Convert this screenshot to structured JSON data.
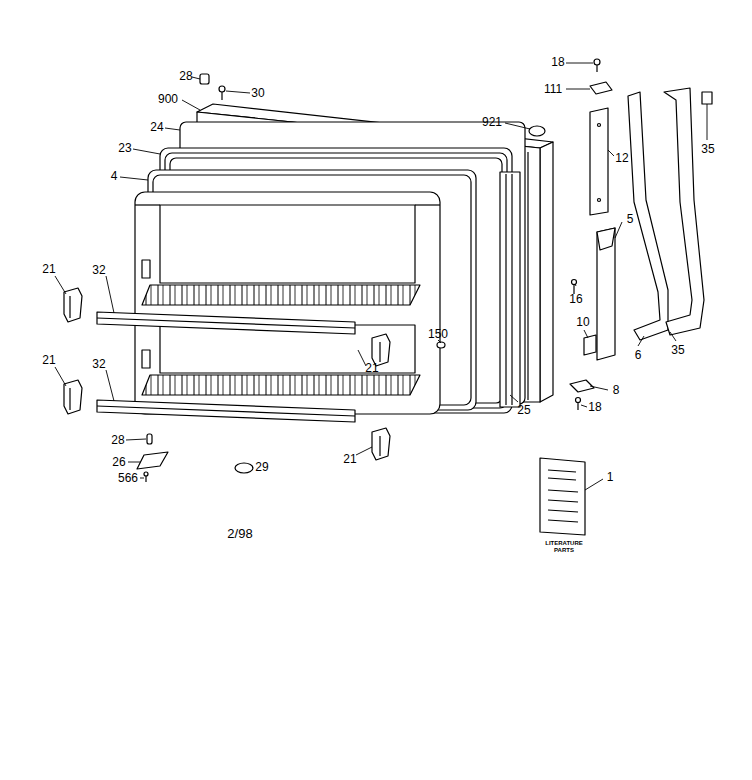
{
  "diagram": {
    "labels": [
      "28",
      "30",
      "900",
      "24",
      "23",
      "4",
      "921",
      "18",
      "111",
      "12",
      "35",
      "5",
      "16",
      "10",
      "6",
      "35",
      "8",
      "18",
      "21",
      "32",
      "150",
      "21",
      "21",
      "32",
      "28",
      "26",
      "566",
      "29",
      "21",
      "25",
      "1",
      "LITERATURE PARTS",
      "2/98"
    ]
  }
}
